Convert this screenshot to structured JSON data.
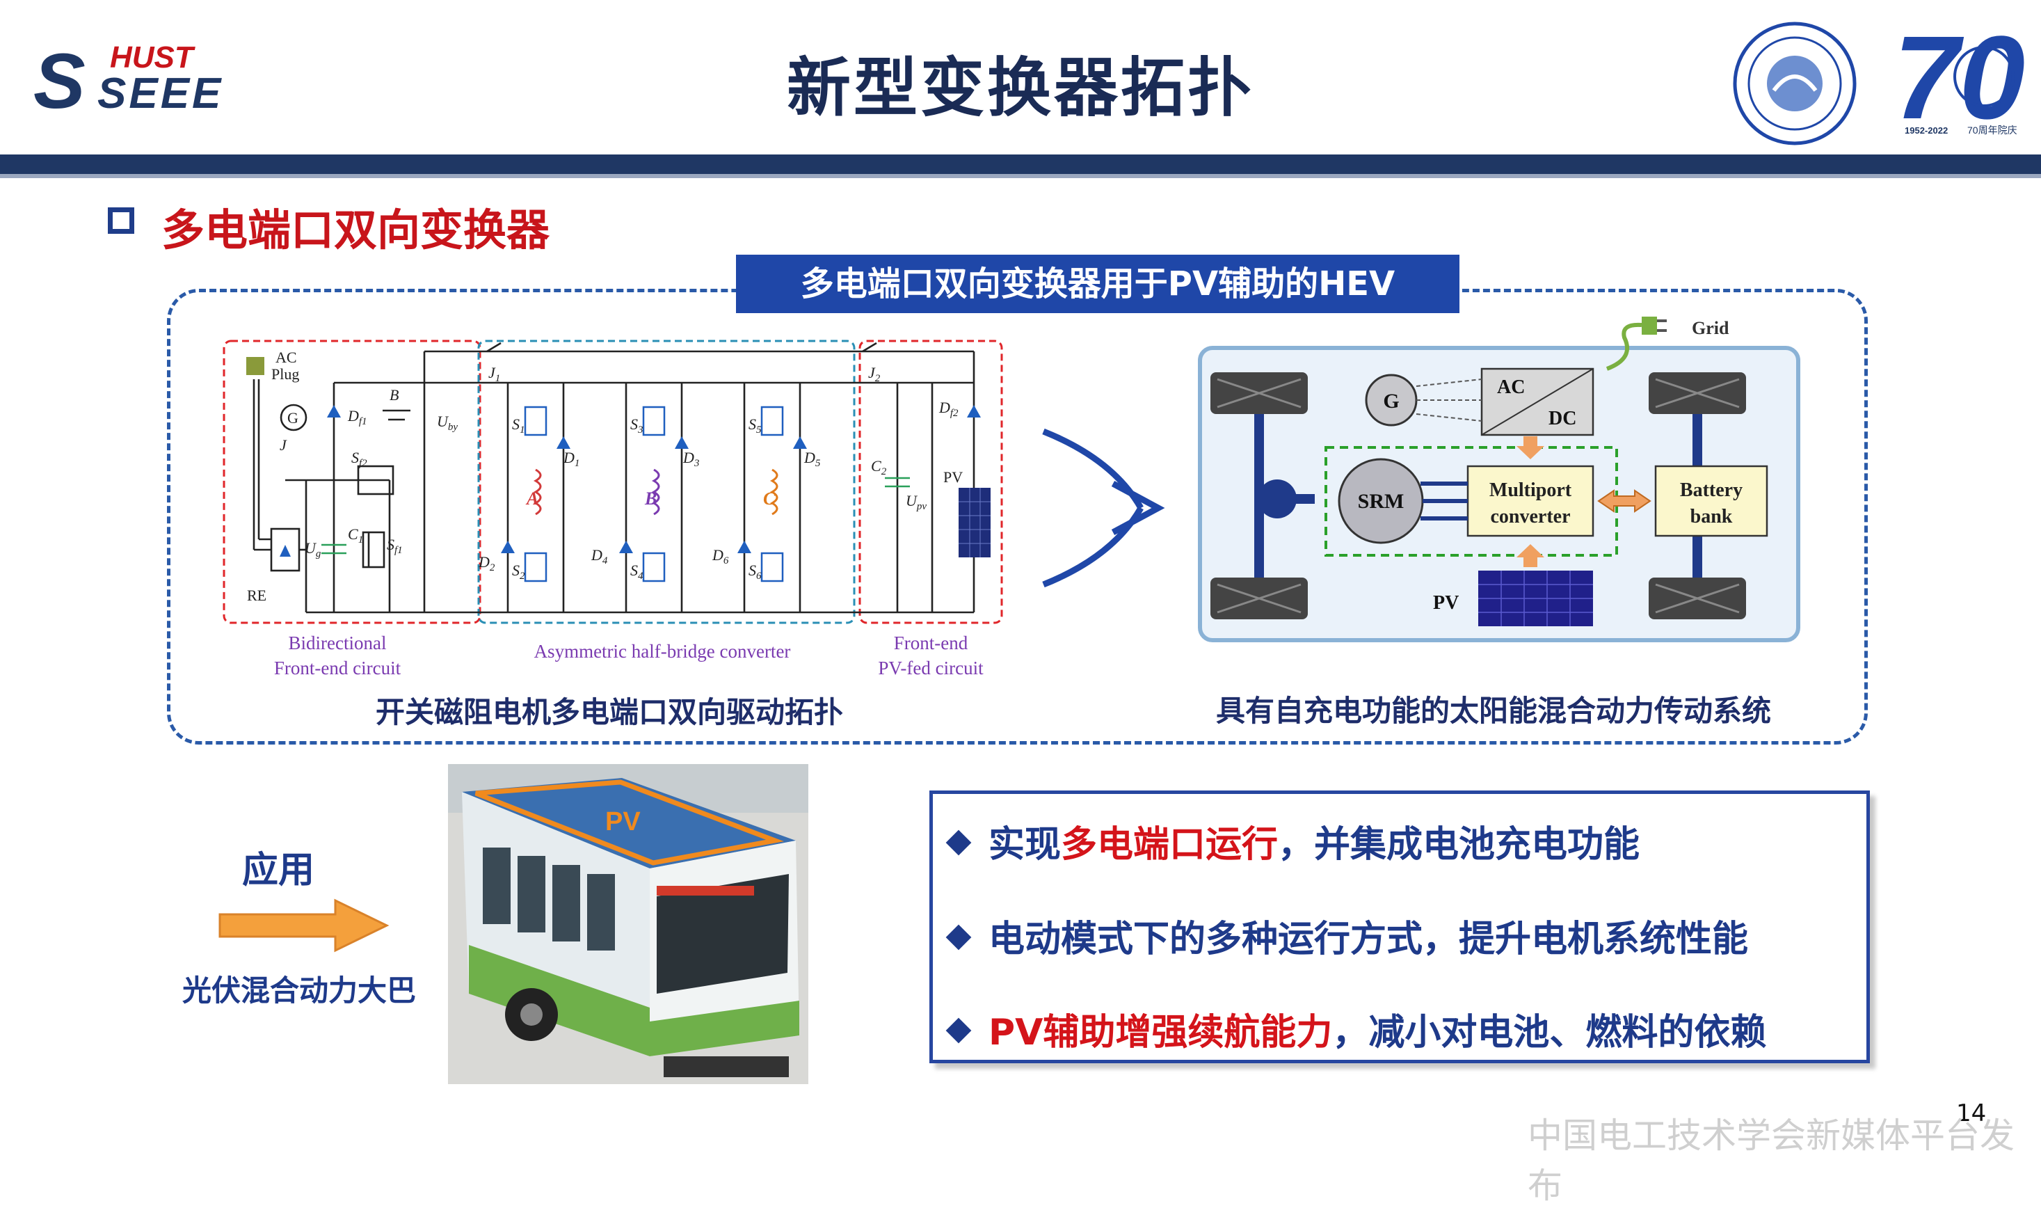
{
  "header": {
    "logo_left": {
      "top": "HUST",
      "bottom": "SEEE"
    },
    "title": "新型变换器拓扑",
    "logo_right": {
      "years": "1952-2022",
      "anniv_top": "70周年院庆"
    }
  },
  "section": {
    "title": "多电端口双向变换器"
  },
  "banner": "多电端口双向变换器用于PV辅助的HEV",
  "circuit": {
    "labels": {
      "ac": "AC",
      "plug": "Plug",
      "g": "G",
      "j": "J",
      "re": "RE",
      "ug": "U",
      "ug_sub": "g",
      "c1": "C",
      "c1_sub": "1",
      "sf1": "S",
      "sf1_sub": "f1",
      "sf2": "S",
      "sf2_sub": "f2",
      "df1": "D",
      "df1_sub": "f1",
      "b": "B",
      "uby": "U",
      "uby_sub": "by",
      "j1": "J",
      "j1_sub": "1",
      "j2": "J",
      "j2_sub": "2",
      "s1": "S",
      "s1_sub": "1",
      "s2": "S",
      "s2_sub": "2",
      "s3": "S",
      "s3_sub": "3",
      "s4": "S",
      "s4_sub": "4",
      "s5": "S",
      "s5_sub": "5",
      "s6": "S",
      "s6_sub": "6",
      "d1": "D",
      "d1_sub": "1",
      "d2": "D",
      "d2_sub": "2",
      "d3": "D",
      "d3_sub": "3",
      "d4": "D",
      "d4_sub": "4",
      "d5": "D",
      "d5_sub": "5",
      "d6": "D",
      "d6_sub": "6",
      "phase_a": "A",
      "phase_b": "B",
      "phase_c": "C",
      "c2": "C",
      "c2_sub": "2",
      "upv": "U",
      "upv_sub": "pv",
      "df2": "D",
      "df2_sub": "f2",
      "pv": "PV"
    },
    "block_left": [
      "Bidirectional",
      "Front-end circuit"
    ],
    "block_mid": "Asymmetric half-bridge converter",
    "block_right": [
      "Front-end",
      "PV-fed circuit"
    ],
    "caption": "开关磁阻电机多电端口双向驱动拓扑"
  },
  "system": {
    "grid": "Grid",
    "g": "G",
    "ac": "AC",
    "dc": "DC",
    "srm": "SRM",
    "multiport": [
      "Multiport",
      "converter"
    ],
    "battery": [
      "Battery",
      "bank"
    ],
    "pv": "PV",
    "caption": "具有自充电功能的太阳能混合动力传动系统"
  },
  "application": {
    "label": "应用",
    "sub": "光伏混合动力大巴",
    "bus_pv_label": "PV"
  },
  "bullets": [
    {
      "pre": "实现",
      "em": "多电端口运行",
      "post": "，并集成电池充电功能"
    },
    {
      "pre": "电动模式下的多种运行方式，提升电机系统性能",
      "em": "",
      "post": ""
    },
    {
      "pre": "",
      "em": "PV辅助增强续航能力",
      "post": "，减小对电池、燃料的依赖"
    }
  ],
  "page_number": "14",
  "watermark": "中国电工技术学会新媒体平台发布",
  "colors": {
    "navy": "#1f3764",
    "accent_red": "#d4141a",
    "banner_blue": "#1f47a8",
    "text_blue": "#1e3a8a"
  }
}
